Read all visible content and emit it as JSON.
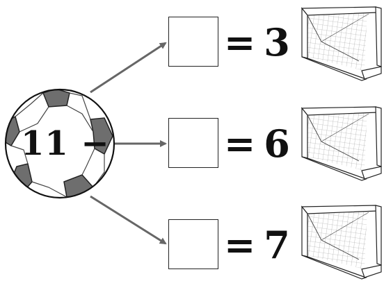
{
  "expression": "11 −",
  "equals_sign": "=",
  "rows": [
    {
      "result": "3"
    },
    {
      "result": "6"
    },
    {
      "result": "7"
    }
  ],
  "icons": {
    "ball": "soccer-ball-icon",
    "goal": "soccer-goal-icon",
    "arrow": "arrow-icon"
  },
  "colors": {
    "ink": "#111111",
    "ball_patch": "#6e6e6e",
    "arrow": "#666666"
  }
}
